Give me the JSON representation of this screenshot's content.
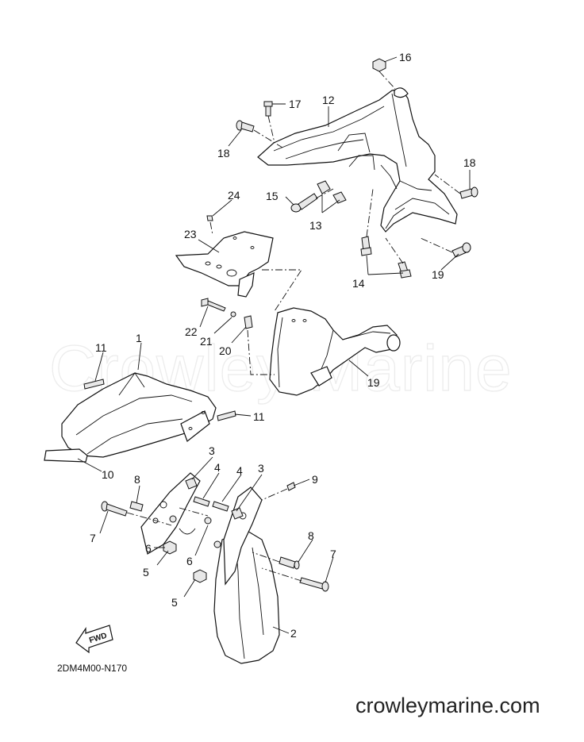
{
  "diagram": {
    "watermark": "Crowley Marine",
    "diagram_code": "2DM4M00-N170",
    "site_footer": "crowleymarine.com",
    "fwd_label": "FWD",
    "callouts": [
      {
        "id": "c1",
        "text": "1"
      },
      {
        "id": "c2",
        "text": "2"
      },
      {
        "id": "c3a",
        "text": "3"
      },
      {
        "id": "c3b",
        "text": "3"
      },
      {
        "id": "c4a",
        "text": "4"
      },
      {
        "id": "c4b",
        "text": "4"
      },
      {
        "id": "c5a",
        "text": "5"
      },
      {
        "id": "c5b",
        "text": "5"
      },
      {
        "id": "c6a",
        "text": "6"
      },
      {
        "id": "c6b",
        "text": "6"
      },
      {
        "id": "c7a",
        "text": "7"
      },
      {
        "id": "c7b",
        "text": "7"
      },
      {
        "id": "c8a",
        "text": "8"
      },
      {
        "id": "c8b",
        "text": "8"
      },
      {
        "id": "c9",
        "text": "9"
      },
      {
        "id": "c10",
        "text": "10"
      },
      {
        "id": "c11a",
        "text": "11"
      },
      {
        "id": "c11b",
        "text": "11"
      },
      {
        "id": "c12",
        "text": "12"
      },
      {
        "id": "c13",
        "text": "13"
      },
      {
        "id": "c14",
        "text": "14"
      },
      {
        "id": "c15",
        "text": "15"
      },
      {
        "id": "c16",
        "text": "16"
      },
      {
        "id": "c17a",
        "text": "17"
      },
      {
        "id": "c17b",
        "text": "17"
      },
      {
        "id": "c18a",
        "text": "18"
      },
      {
        "id": "c18b",
        "text": "18"
      },
      {
        "id": "c19",
        "text": "19"
      },
      {
        "id": "c20",
        "text": "20"
      },
      {
        "id": "c21",
        "text": "21"
      },
      {
        "id": "c22",
        "text": "22"
      },
      {
        "id": "c23",
        "text": "23"
      },
      {
        "id": "c24",
        "text": "24"
      }
    ]
  }
}
